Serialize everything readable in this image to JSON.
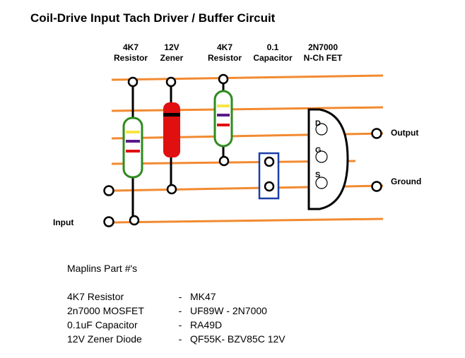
{
  "title": "Coil-Drive Input Tach Driver / Buffer Circuit",
  "components": [
    {
      "value": "4K7",
      "kind": "Resistor"
    },
    {
      "value": "12V",
      "kind": "Zener"
    },
    {
      "value": "4K7",
      "kind": "Resistor"
    },
    {
      "value": "0.1",
      "kind": "Capacitor"
    },
    {
      "value": "2N7000",
      "kind": "N-Ch FET"
    }
  ],
  "pins": {
    "drain": "D",
    "gate": "G",
    "source": "S"
  },
  "signals": {
    "input": "Input",
    "output": "Output",
    "ground": "Ground"
  },
  "parts_list": {
    "heading": "Maplins Part #'s",
    "items": [
      {
        "name": "4K7 Resistor",
        "part": "MK47"
      },
      {
        "name": "2n7000 MOSFET",
        "part": "UF89W - 2N7000"
      },
      {
        "name": "0.1uF Capacitor",
        "part": "RA49D"
      },
      {
        "name": "12V Zener Diode",
        "part": "QF55K- BZV85C 12V"
      }
    ]
  },
  "colors": {
    "strip": "#f28a30",
    "resistor_outline": "#2e8b1e",
    "resistor_band_yellow": "#f5e642",
    "resistor_band_violet": "#5b1a8c",
    "resistor_band_red": "#e01010",
    "zener_body": "#e01010",
    "capacitor_box": "#1a3fa8"
  }
}
